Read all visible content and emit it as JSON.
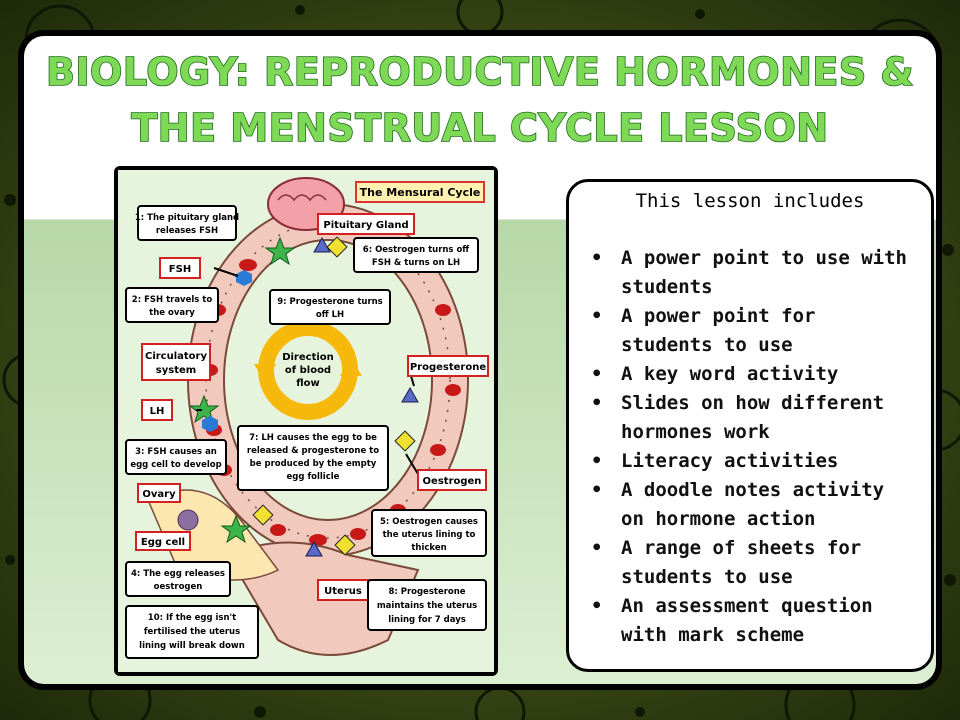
{
  "title": {
    "line1": "BIOLOGY: REPRODUCTIVE HORMONES &",
    "line2": "THE MENSTRUAL CYCLE LESSON"
  },
  "poster": {
    "heading": "The Mensural Cycle",
    "labels": {
      "pituitary": "Pituitary Gland",
      "fsh": "FSH",
      "circulatory_1": "Circulatory",
      "circulatory_2": "system",
      "lh": "LH",
      "ovary": "Ovary",
      "egg_cell": "Egg cell",
      "progesterone": "Progesterone",
      "oestrogen": "Oestrogen",
      "uterus": "Uterus"
    },
    "centre": {
      "line1": "Direction",
      "line2": "of blood",
      "line3": "flow"
    },
    "steps": {
      "s1": [
        "1: The pituitary gland",
        "releases FSH"
      ],
      "s2": [
        "2: FSH travels to",
        "the ovary"
      ],
      "s3": [
        "3: FSH causes an",
        "egg cell to develop"
      ],
      "s4": [
        "4: The egg releases",
        "oestrogen"
      ],
      "s5": [
        "5: Oestrogen causes",
        "the uterus lining to",
        "thicken"
      ],
      "s6": [
        "6: Oestrogen turns off",
        "FSH & turns on LH"
      ],
      "s7": [
        "7: LH causes the egg to be",
        "released & progesterone to",
        "be produced by the empty",
        "egg follicle"
      ],
      "s8": [
        "8: Progesterone",
        "maintains the uterus",
        "lining for 7 days"
      ],
      "s9": [
        "9: Progesterone turns",
        "off LH"
      ],
      "s10": [
        "10: If the egg isn't",
        "fertilised the uterus",
        "lining will break down"
      ]
    }
  },
  "info": {
    "heading": "This lesson includes",
    "items": [
      [
        "A power point to use with",
        "students"
      ],
      [
        "A power point for",
        "students to use"
      ],
      [
        "A key word activity"
      ],
      [
        "Slides on how different",
        "hormones work"
      ],
      [
        "Literacy activities"
      ],
      [
        "A doodle notes activity",
        "on hormone action"
      ],
      [
        "A range of sheets for",
        "students to use"
      ],
      [
        "An assessment question",
        "with mark scheme"
      ]
    ]
  }
}
